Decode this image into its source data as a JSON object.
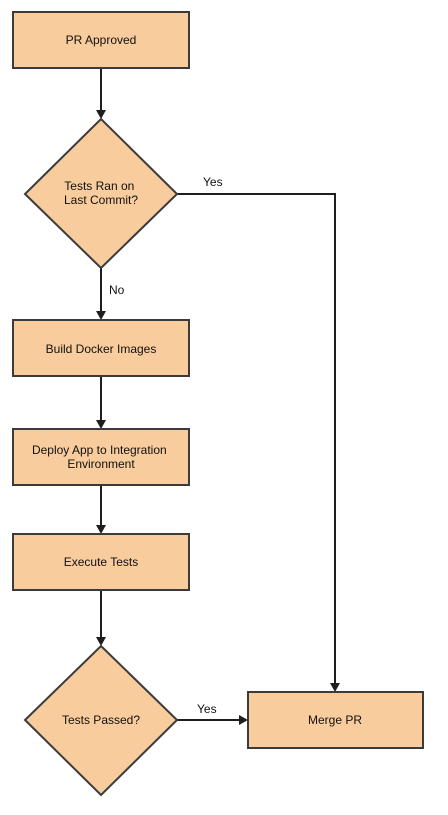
{
  "diagram": {
    "colors": {
      "node_fill": "#f8cc9c",
      "node_stroke": "#3b3b3b",
      "edge": "#1e1e1e",
      "background": "#ffffff"
    },
    "nodes": {
      "pr_approved": "PR Approved",
      "tests_ran": [
        "Tests Ran on",
        "Last Commit?"
      ],
      "build_images": "Build Docker Images",
      "deploy_app": [
        "Deploy App to Integration",
        "Environment"
      ],
      "execute_tests": "Execute Tests",
      "tests_passed": "Tests Passed?",
      "merge_pr": "Merge PR"
    },
    "edges": {
      "tests_ran_yes": "Yes",
      "tests_ran_no": "No",
      "tests_passed_yes": "Yes"
    }
  }
}
